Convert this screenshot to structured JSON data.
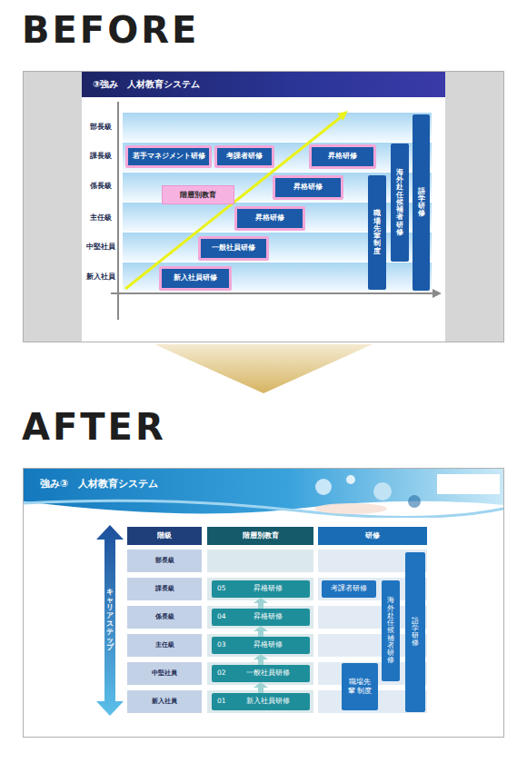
{
  "diagram": {
    "nodes": [
      {
        "text": [
          "③強み　人材教育システム"
        ]
      },
      {
        "text": [
          "若手マネジメント研修"
        ]
      },
      {
        "text": [
          "考課者研修"
        ]
      },
      {
        "text": [
          "昇格研修"
        ]
      },
      {
        "text": [
          "階層別教育"
        ]
      },
      {
        "text": [
          "昇格研修"
        ]
      },
      {
        "text": [
          "昇格研修"
        ]
      },
      {
        "text": [
          "一般社員研修"
        ]
      },
      {
        "text": [
          "新入社員研修"
        ]
      },
      {
        "text": [
          "職場先輩制度"
        ]
      },
      {
        "text": [
          "海外赴任候補者研修"
        ]
      },
      {
        "text": [
          "語学研修"
        ]
      },
      {
        "text": [
          "強み③　人材教育システム"
        ]
      },
      {
        "text": [
          "キャリアステップ"
        ]
      },
      {
        "text": [
          "05",
          "昇格研修"
        ]
      },
      {
        "text": [
          "04",
          "昇格研修"
        ]
      },
      {
        "text": [
          "03",
          "昇格研修"
        ]
      },
      {
        "text": [
          "02",
          "一般社員研修"
        ]
      },
      {
        "text": [
          "01",
          "新入社員研修"
        ]
      },
      {
        "text": [
          "考課者研修"
        ]
      },
      {
        "text": [
          "海外赴任候補者研修"
        ]
      },
      {
        "text": [
          "語学研修"
        ]
      },
      {
        "text": [
          "職場先輩 制度"
        ]
      }
    ],
    "edges": [
      {
        "from": 18,
        "to": 17,
        "arrow": "to"
      },
      {
        "from": 17,
        "to": 16,
        "arrow": "to"
      },
      {
        "from": 16,
        "to": 15,
        "arrow": "to"
      },
      {
        "from": 15,
        "to": 14,
        "arrow": "to"
      }
    ],
    "labels": [
      "BEFORE",
      "部長級",
      "課長級",
      "係長級",
      "主任級",
      "中堅社員",
      "新入社員",
      "AFTER",
      "階級",
      "階層別教育",
      "研修",
      "部長級",
      "課長級",
      "係長級",
      "主任級",
      "中堅社員",
      "新入社員"
    ]
  }
}
